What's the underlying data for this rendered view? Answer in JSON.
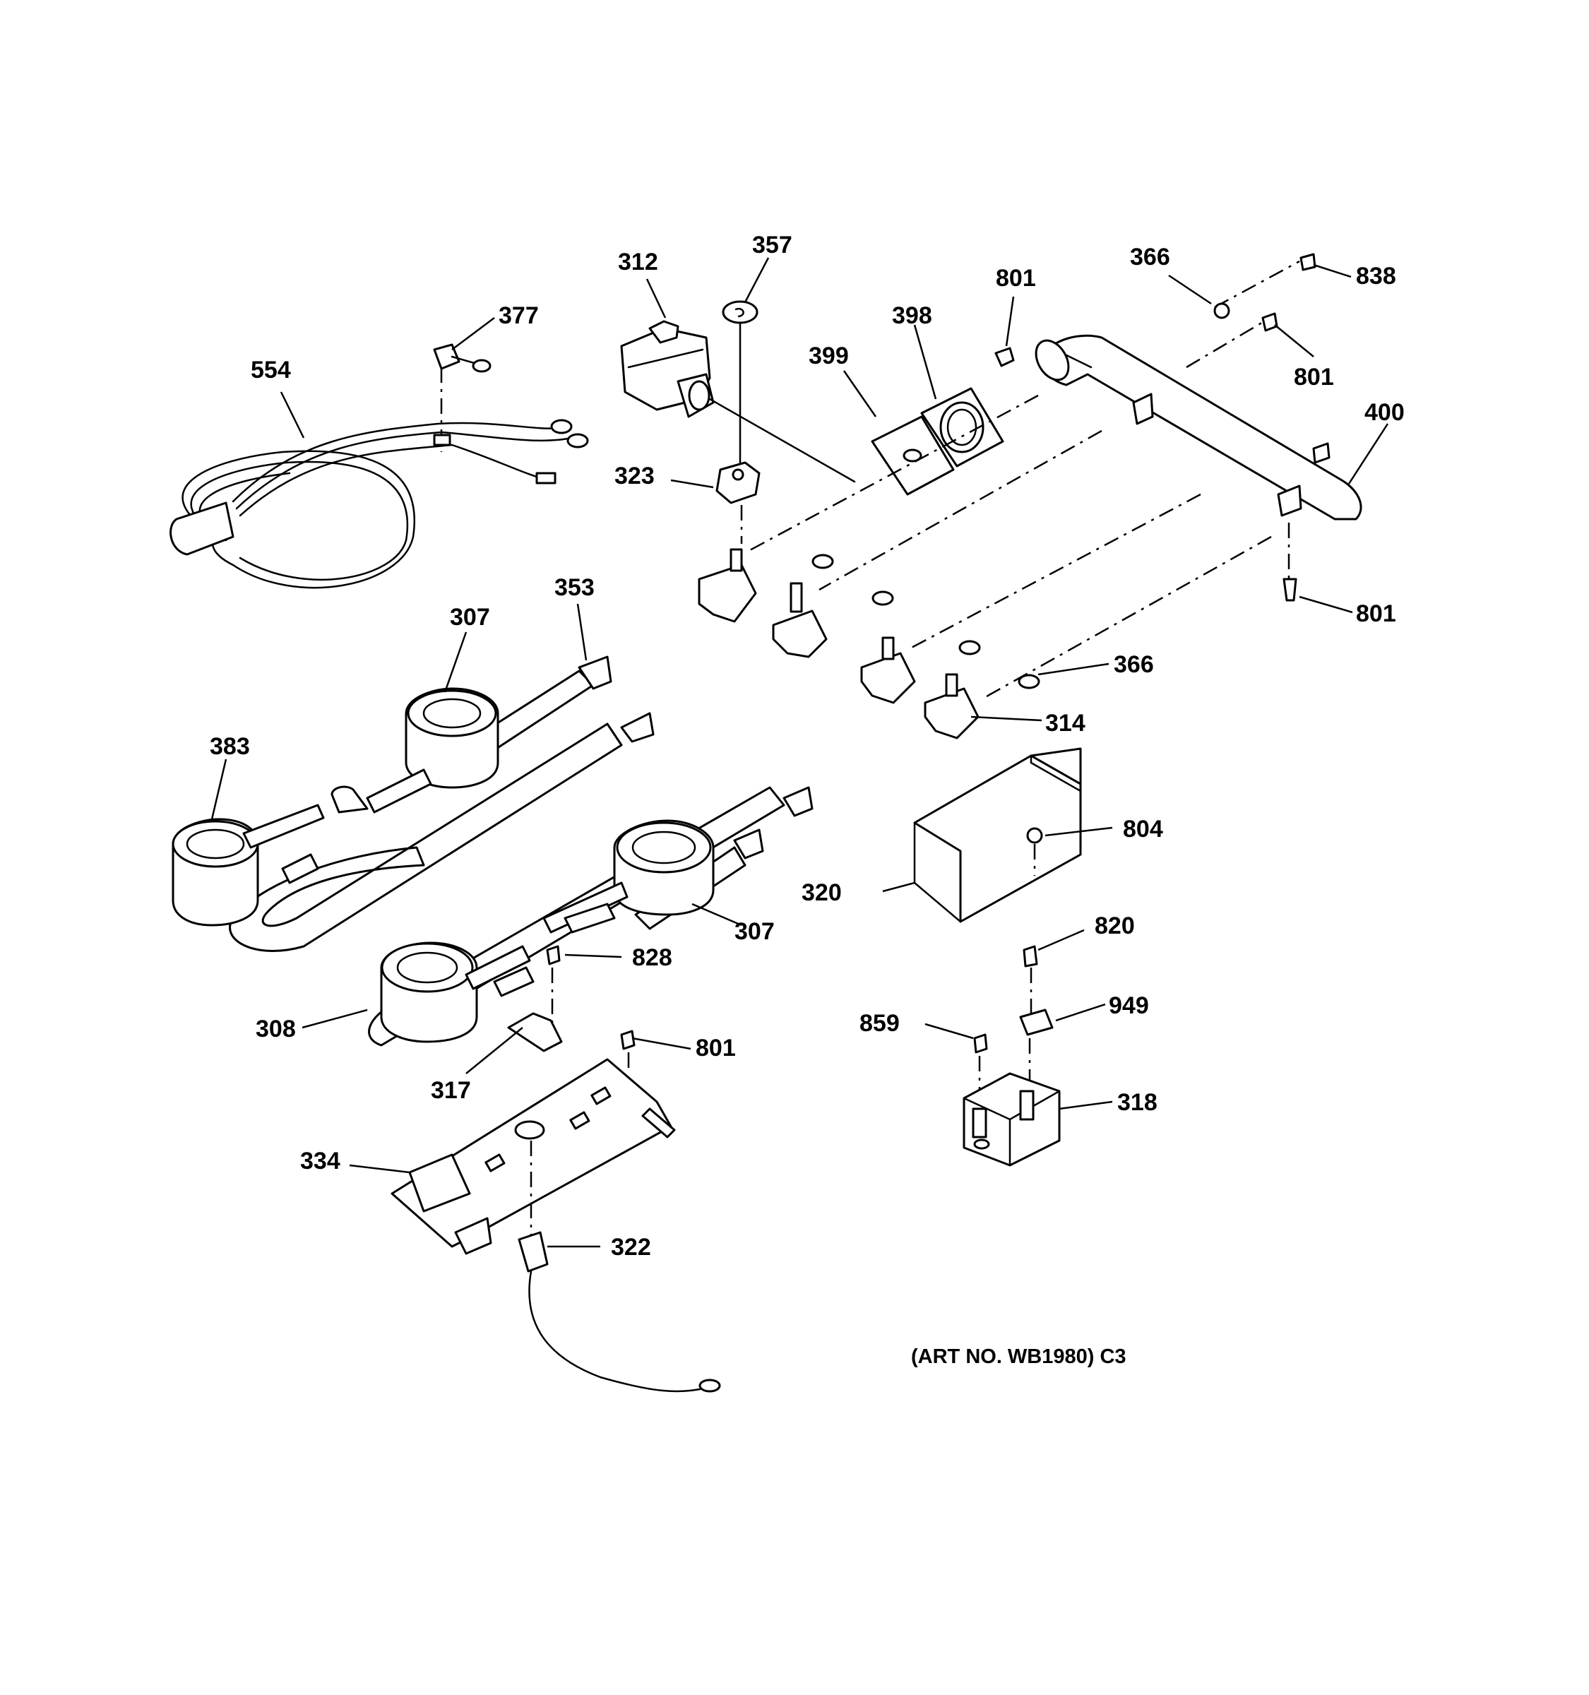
{
  "callouts": [
    {
      "id": "c-312",
      "label": "312"
    },
    {
      "id": "c-357",
      "label": "357"
    },
    {
      "id": "c-377",
      "label": "377"
    },
    {
      "id": "c-554",
      "label": "554"
    },
    {
      "id": "c-399",
      "label": "399"
    },
    {
      "id": "c-398",
      "label": "398"
    },
    {
      "id": "c-801a",
      "label": "801"
    },
    {
      "id": "c-366a",
      "label": "366"
    },
    {
      "id": "c-838",
      "label": "838"
    },
    {
      "id": "c-801b",
      "label": "801"
    },
    {
      "id": "c-400",
      "label": "400"
    },
    {
      "id": "c-323",
      "label": "323"
    },
    {
      "id": "c-353",
      "label": "353"
    },
    {
      "id": "c-307a",
      "label": "307"
    },
    {
      "id": "c-801c",
      "label": "801"
    },
    {
      "id": "c-366b",
      "label": "366"
    },
    {
      "id": "c-314",
      "label": "314"
    },
    {
      "id": "c-383",
      "label": "383"
    },
    {
      "id": "c-804",
      "label": "804"
    },
    {
      "id": "c-320",
      "label": "320"
    },
    {
      "id": "c-307b",
      "label": "307"
    },
    {
      "id": "c-820",
      "label": "820"
    },
    {
      "id": "c-828",
      "label": "828"
    },
    {
      "id": "c-949",
      "label": "949"
    },
    {
      "id": "c-859",
      "label": "859"
    },
    {
      "id": "c-308",
      "label": "308"
    },
    {
      "id": "c-801d",
      "label": "801"
    },
    {
      "id": "c-317",
      "label": "317"
    },
    {
      "id": "c-318",
      "label": "318"
    },
    {
      "id": "c-334",
      "label": "334"
    },
    {
      "id": "c-322",
      "label": "322"
    }
  ],
  "art_number": "(ART NO. WB1980) C3"
}
